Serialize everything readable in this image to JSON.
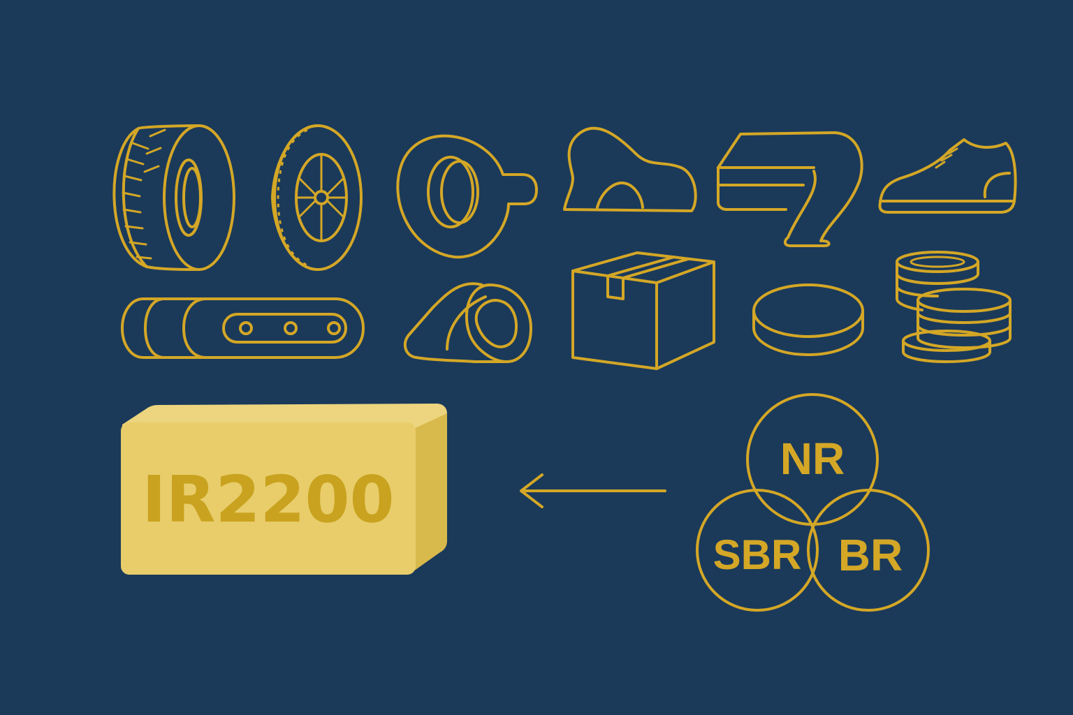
{
  "colors": {
    "background": "#1b3a5a",
    "accent": "#d4a726",
    "block_face": "#e8cd6a",
    "block_top": "#ecd57e",
    "block_side": "#d8b94c",
    "block_text": "#c9a21f"
  },
  "icons": {
    "row1": [
      "tire-tread-icon",
      "wheel-icon",
      "ring-seal-icon",
      "molded-part-icon",
      "rolled-sheet-icon",
      "shoe-icon"
    ],
    "row2": [
      "conveyor-belt-icon",
      "tape-roll-icon",
      "box-icon",
      "disc-icon",
      "stacked-rings-icon"
    ]
  },
  "block": {
    "label": "IR2200"
  },
  "venn": {
    "top": "NR",
    "left": "SBR",
    "right": "BR"
  }
}
